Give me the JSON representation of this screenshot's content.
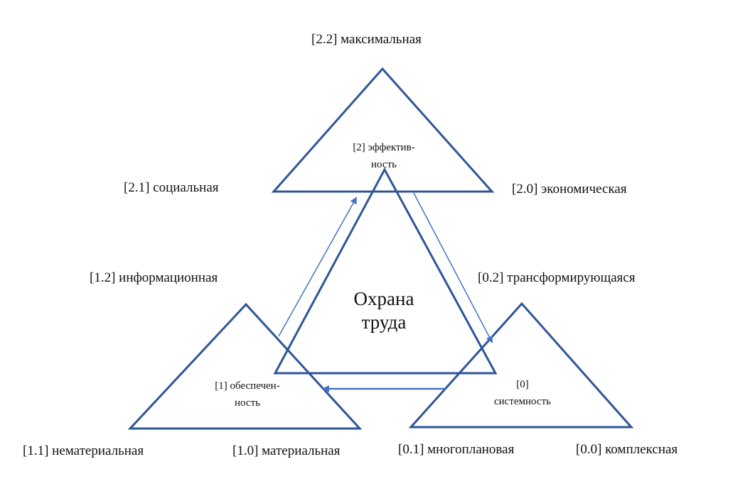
{
  "center_label": {
    "line1": "Охрана",
    "line2": "труда"
  },
  "nodes": {
    "top": {
      "line1": "[2] эффектив-",
      "line2": "ность"
    },
    "left": {
      "line1": "[1] обеспечен-",
      "line2": "ность"
    },
    "right": {
      "line1": "[0]",
      "line2": "системность"
    }
  },
  "labels": {
    "l22": "[2.2] максимальная",
    "l21": "[2.1] социальная",
    "l20": "[2.0] экономическая",
    "l12": "[1.2] информационная",
    "l02": "[0.2] трансформирующаяся",
    "l11": "[1.1] нематериальная",
    "l10": "[1.0] материальная",
    "l01": "[0.1] многоплановая",
    "l00": "[0.0] комплексная"
  },
  "colors": {
    "triangle": "#2F5597",
    "arrow": "#4472C4"
  }
}
